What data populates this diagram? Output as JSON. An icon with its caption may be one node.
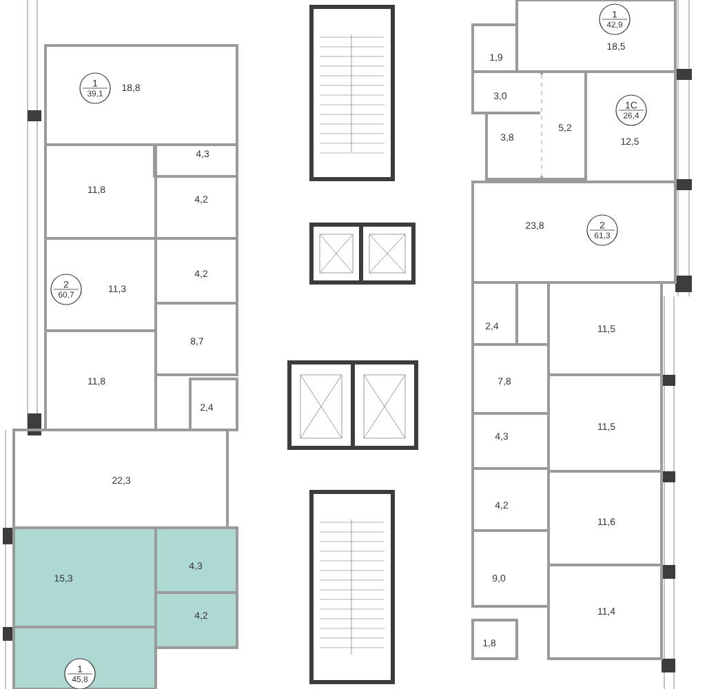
{
  "diagram": {
    "nodes": [
      {
        "text": [
          "18,8"
        ]
      },
      {
        "text": [
          "1",
          "39,1"
        ],
        "in": 0
      },
      {
        "text": [
          "4,3"
        ]
      },
      {
        "text": [
          "11,8"
        ]
      },
      {
        "text": [
          "4,2"
        ]
      },
      {
        "text": [
          "11,3"
        ]
      },
      {
        "text": [
          "2",
          "60,7"
        ],
        "in": 5
      },
      {
        "text": [
          "4,2"
        ]
      },
      {
        "text": [
          "8,7"
        ]
      },
      {
        "text": [
          "11,8"
        ]
      },
      {
        "text": [
          "2,4"
        ]
      },
      {
        "text": [
          "22,3"
        ]
      },
      {
        "text": [
          "15,3"
        ]
      },
      {
        "text": [
          "4,3"
        ]
      },
      {
        "text": [
          "4,2"
        ]
      },
      {
        "text": [],
        "shape": "box"
      },
      {
        "text": [
          "1",
          "45,8"
        ],
        "in": 15
      },
      {
        "text": [
          "18,5"
        ]
      },
      {
        "text": [
          "1",
          "42,9"
        ],
        "in": 17
      },
      {
        "text": [
          "1,9"
        ]
      },
      {
        "text": [
          "3,0"
        ]
      },
      {
        "text": [
          "3,8"
        ]
      },
      {
        "text": [
          "5,2"
        ]
      },
      {
        "text": [
          "12,5"
        ]
      },
      {
        "text": [
          "1C",
          "26,4"
        ],
        "in": 23
      },
      {
        "text": [
          "23,8"
        ]
      },
      {
        "text": [
          "2",
          "61,3"
        ],
        "in": 25
      },
      {
        "text": [
          "2,4"
        ]
      },
      {
        "text": [
          "11,5"
        ]
      },
      {
        "text": [
          "7,8"
        ]
      },
      {
        "text": [
          "4,3"
        ]
      },
      {
        "text": [
          "11,5"
        ]
      },
      {
        "text": [
          "4,2"
        ]
      },
      {
        "text": [
          "11,6"
        ]
      },
      {
        "text": [
          "9,0"
        ]
      },
      {
        "text": [
          "11,4"
        ]
      },
      {
        "text": [
          "1,8"
        ]
      }
    ]
  }
}
